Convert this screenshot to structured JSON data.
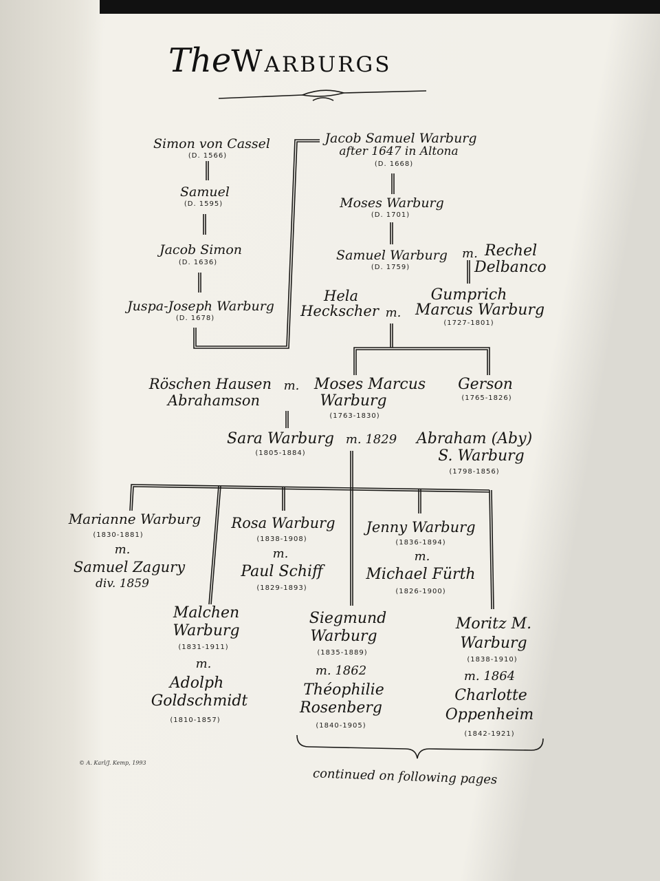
{
  "title": {
    "prefix": "The",
    "name": "Warburgs"
  },
  "people": {
    "simon_von_cassel": {
      "name": "Simon von Cassel",
      "dates": "(D. 1566)"
    },
    "samuel": {
      "name": "Samuel",
      "dates": "(D. 1595)"
    },
    "jacob_simon": {
      "name": "Jacob Simon",
      "dates": "(D. 1636)"
    },
    "juspa": {
      "name": "Juspa-Joseph Warburg",
      "dates": "(D. 1678)"
    },
    "jacob_samuel": {
      "name": "Jacob Samuel Warburg",
      "note": "after 1647 in Altona",
      "dates": "(D. 1668)"
    },
    "moses_warburg": {
      "name": "Moses Warburg",
      "dates": "(D. 1701)"
    },
    "samuel_warburg": {
      "name": "Samuel Warburg",
      "dates": "(D. 1759)"
    },
    "rechel": {
      "marriage": "m.",
      "name_line1": "Rechel",
      "name_line2": "Delbanco"
    },
    "hela": {
      "name_line1": "Hela",
      "name_line2": "Heckscher",
      "marriage": "m."
    },
    "gumprich": {
      "name_line1": "Gumprich",
      "name_line2": "Marcus Warburg",
      "dates": "(1727-1801)"
    },
    "roschen": {
      "name_line1": "Röschen Hausen",
      "name_line2": "Abrahamson",
      "marriage": "m."
    },
    "moses_marcus": {
      "name_line1": "Moses Marcus",
      "name_line2": "Warburg",
      "dates": "(1763-1830)"
    },
    "gerson": {
      "name": "Gerson",
      "dates": "(1765-1826)"
    },
    "sara": {
      "name": "Sara Warburg",
      "dates": "(1805-1884)",
      "marriage": "m. 1829"
    },
    "abraham": {
      "name_line1": "Abraham (Aby)",
      "name_line2": "S. Warburg",
      "dates": "(1798-1856)"
    },
    "marianne": {
      "name": "Marianne Warburg",
      "dates": "(1830-1881)",
      "marriage": "m.",
      "spouse": "Samuel Zagury",
      "spouse_note": "div. 1859"
    },
    "rosa": {
      "name": "Rosa Warburg",
      "dates": "(1838-1908)",
      "marriage": "m.",
      "spouse": "Paul Schiff",
      "spouse_dates": "(1829-1893)"
    },
    "jenny": {
      "name": "Jenny Warburg",
      "dates": "(1836-1894)",
      "marriage": "m.",
      "spouse": "Michael Fürth",
      "spouse_dates": "(1826-1900)"
    },
    "malchen": {
      "name_line1": "Malchen",
      "name_line2": "Warburg",
      "dates": "(1831-1911)",
      "marriage": "m.",
      "spouse_line1": "Adolph",
      "spouse_line2": "Goldschmidt",
      "spouse_dates": "(1810-1857)"
    },
    "siegmund": {
      "name_line1": "Siegmund",
      "name_line2": "Warburg",
      "dates": "(1835-1889)",
      "marriage": "m. 1862",
      "spouse_line1": "Théophilie",
      "spouse_line2": "Rosenberg",
      "spouse_dates": "(1840-1905)"
    },
    "moritz": {
      "name_line1": "Moritz M.",
      "name_line2": "Warburg",
      "dates": "(1838-1910)",
      "marriage": "m. 1864",
      "spouse_line1": "Charlotte",
      "spouse_line2": "Oppenheim",
      "spouse_dates": "(1842-1921)"
    }
  },
  "credit": "© A. Karl/J. Kemp, 1993",
  "continued": "continued on following pages",
  "colors": {
    "paper": "#f2f0e9",
    "ink": "#161513"
  }
}
